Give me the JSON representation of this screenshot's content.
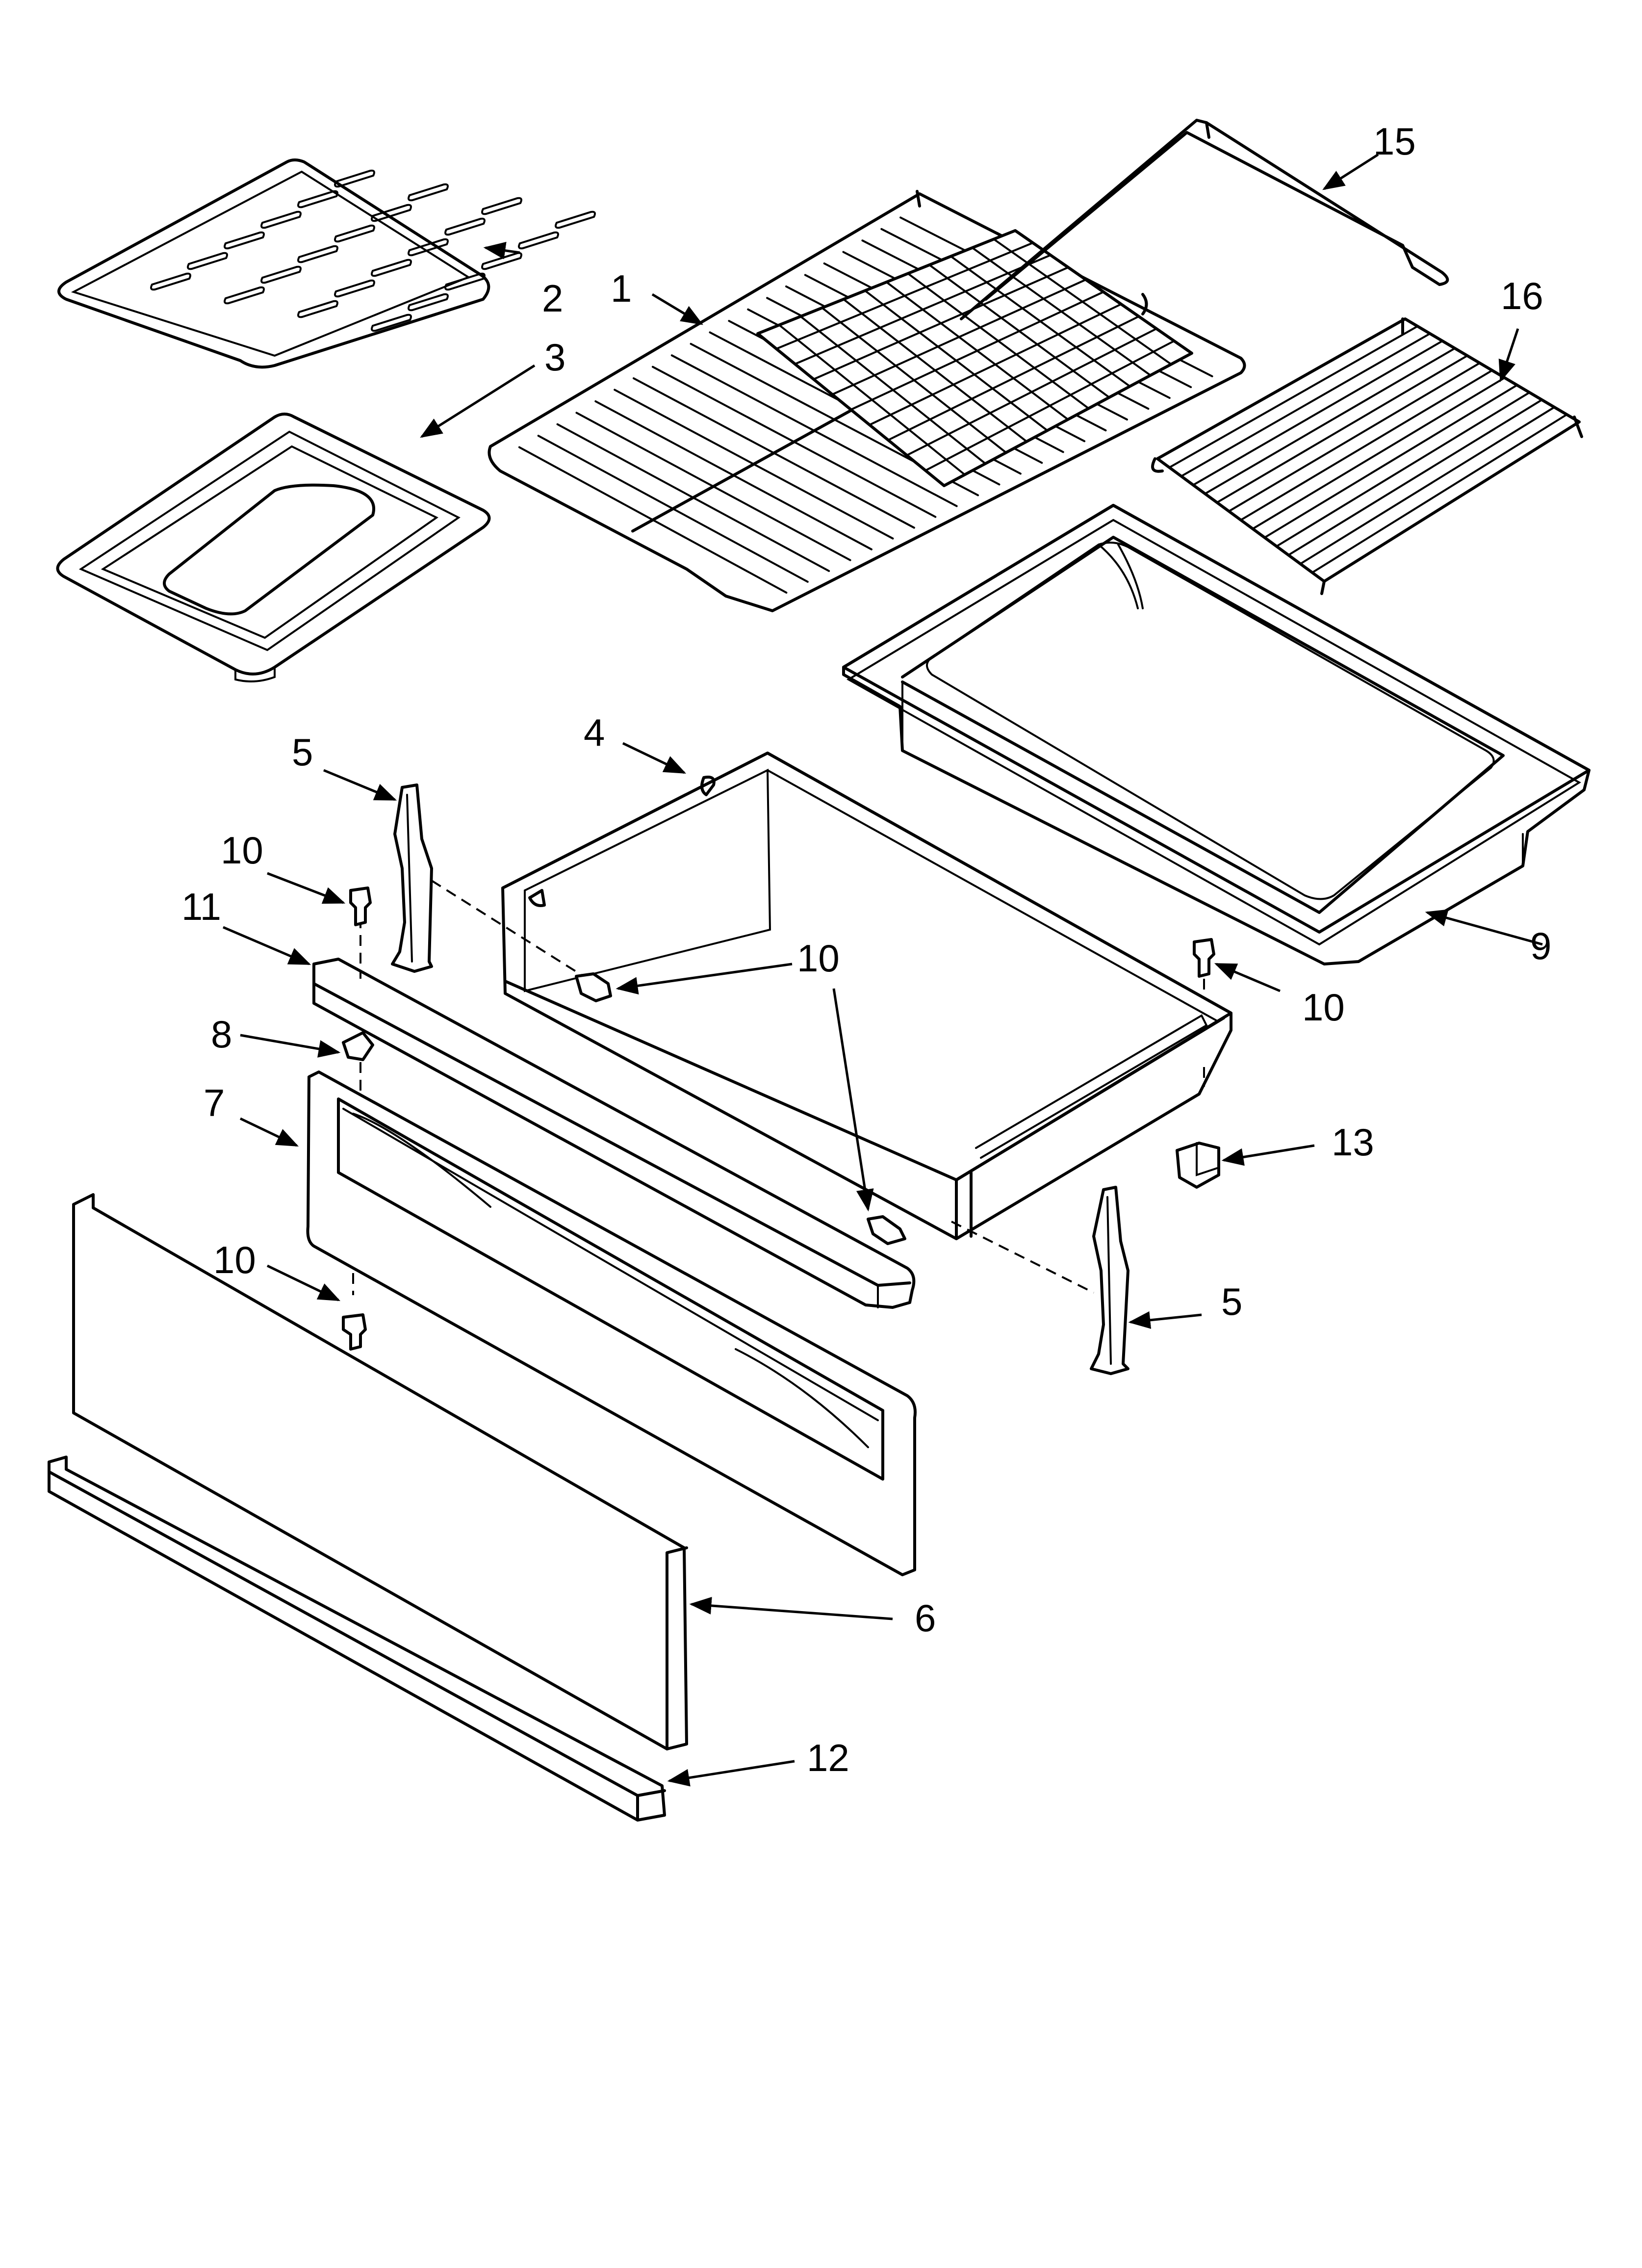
{
  "diagram": {
    "style": {
      "line_color": "#000000",
      "background": "#ffffff"
    },
    "callouts": [
      {
        "id": "c1",
        "text": "1",
        "part": "oven-rack"
      },
      {
        "id": "c2",
        "text": "2",
        "part": "broiler-grid"
      },
      {
        "id": "c3",
        "text": "3",
        "part": "broiler-pan"
      },
      {
        "id": "c4",
        "text": "4",
        "part": "drawer-body"
      },
      {
        "id": "c5a",
        "text": "5",
        "part": "slide-bracket-left"
      },
      {
        "id": "c5b",
        "text": "5",
        "part": "slide-bracket-right"
      },
      {
        "id": "c6",
        "text": "6",
        "part": "drawer-front-panel"
      },
      {
        "id": "c7",
        "text": "7",
        "part": "drawer-inner-front"
      },
      {
        "id": "c8",
        "text": "8",
        "part": "clip"
      },
      {
        "id": "c9",
        "text": "9",
        "part": "drawer-liner"
      },
      {
        "id": "c10a",
        "text": "10",
        "part": "screw"
      },
      {
        "id": "c10b",
        "text": "10",
        "part": "screw"
      },
      {
        "id": "c10c",
        "text": "10",
        "part": "screw"
      },
      {
        "id": "c10d",
        "text": "10",
        "part": "screw"
      },
      {
        "id": "c11",
        "text": "11",
        "part": "drawer-top-trim"
      },
      {
        "id": "c12",
        "text": "12",
        "part": "bottom-trim"
      },
      {
        "id": "c13",
        "text": "13",
        "part": "stop-clip"
      },
      {
        "id": "c15",
        "text": "15",
        "part": "rack-slide"
      },
      {
        "id": "c16",
        "text": "16",
        "part": "small-rack"
      }
    ]
  }
}
